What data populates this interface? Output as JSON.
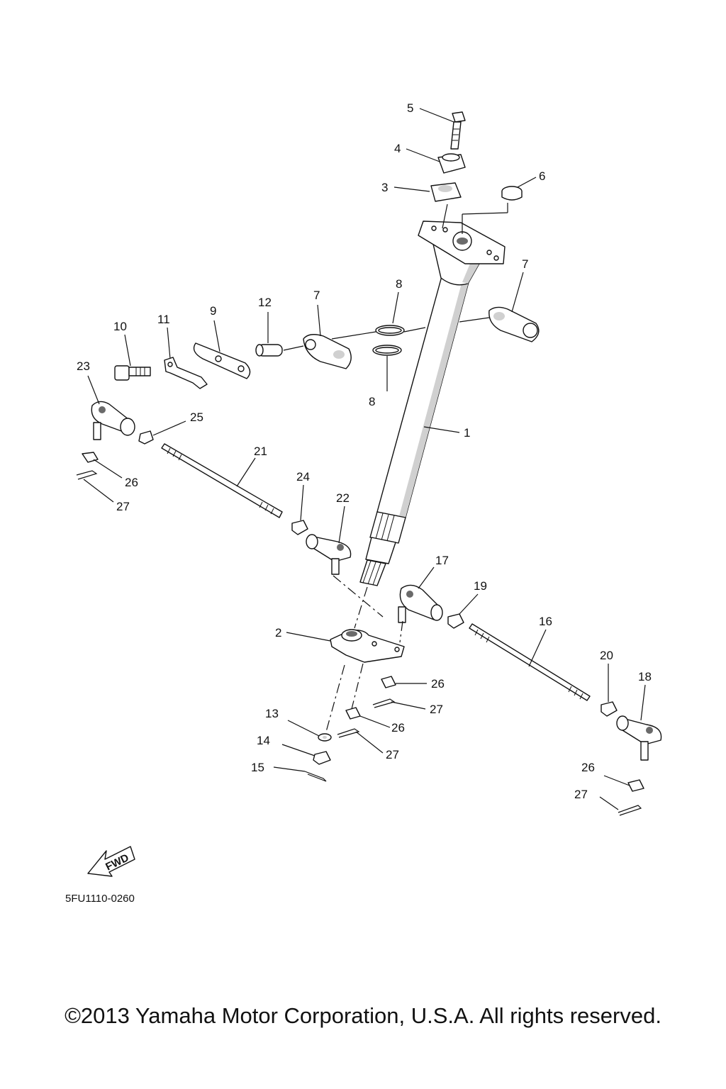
{
  "callouts": {
    "c1": "1",
    "c2": "2",
    "c3": "3",
    "c4": "4",
    "c5": "5",
    "c6": "6",
    "c7a": "7",
    "c7b": "7",
    "c8a": "8",
    "c8b": "8",
    "c9": "9",
    "c10": "10",
    "c11": "11",
    "c12": "12",
    "c13": "13",
    "c14": "14",
    "c15": "15",
    "c16": "16",
    "c17": "17",
    "c18": "18",
    "c19": "19",
    "c20": "20",
    "c21": "21",
    "c22": "22",
    "c23": "23",
    "c24": "24",
    "c25": "25",
    "c26a": "26",
    "c26b": "26",
    "c26c": "26",
    "c26d": "26",
    "c27a": "27",
    "c27b": "27",
    "c27c": "27",
    "c27d": "27"
  },
  "fwd_label": "FWD",
  "diagram_code": "5FU1110-0260",
  "copyright": "©2013 Yamaha Motor Corporation, U.S.A. All rights reserved."
}
